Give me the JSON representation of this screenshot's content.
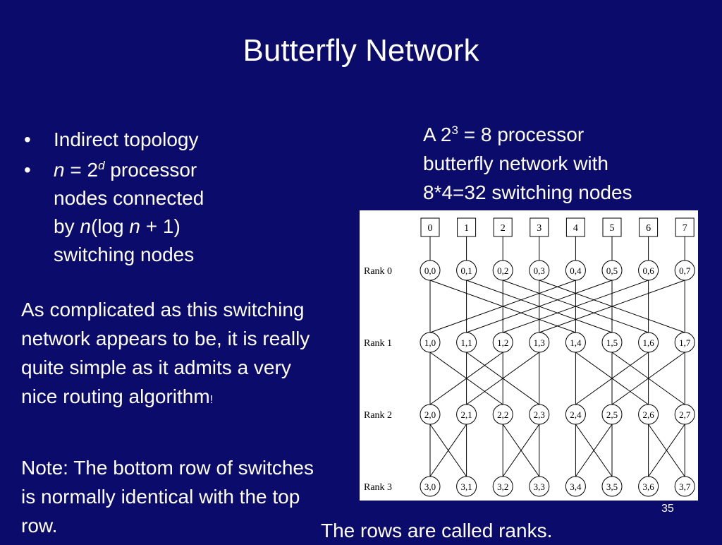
{
  "slide": {
    "title": "Butterfly Network",
    "bullets": [
      {
        "text": "Indirect topology"
      },
      {
        "n": "n",
        "eq": " = 2",
        "sup": "d",
        "rest1": " processor",
        "line2": "nodes connected",
        "line3a": "by ",
        "n2": "n",
        "line3b": "(log ",
        "n3": "n",
        "line3c": " + 1)",
        "line4": "switching nodes"
      }
    ],
    "bullet_char": "•",
    "para1": "As complicated as this switching network appears to be, it is really quite simple as it admits a very nice routing algorithm",
    "para1_mark": "!",
    "para2": "Note: The bottom row of switches is normally identical with the top row.",
    "caption_a": "A 2",
    "caption_sup": "3",
    "caption_b": " = 8 processor",
    "caption_line2": "butterfly network with",
    "caption_line3": "8*4=32 switching nodes",
    "footer_note": "The rows are called ranks.",
    "slide_number": "35"
  },
  "diagram": {
    "processors": [
      "0",
      "1",
      "2",
      "3",
      "4",
      "5",
      "6",
      "7"
    ],
    "ranks": [
      {
        "label": "Rank 0",
        "nodes": [
          "0,0",
          "0,1",
          "0,2",
          "0,3",
          "0,4",
          "0,5",
          "0,6",
          "0,7"
        ]
      },
      {
        "label": "Rank 1",
        "nodes": [
          "1,0",
          "1,1",
          "1,2",
          "1,3",
          "1,4",
          "1,5",
          "1,6",
          "1,7"
        ]
      },
      {
        "label": "Rank 2",
        "nodes": [
          "2,0",
          "2,1",
          "2,2",
          "2,3",
          "2,4",
          "2,5",
          "2,6",
          "2,7"
        ]
      },
      {
        "label": "Rank 3",
        "nodes": [
          "3,0",
          "3,1",
          "3,2",
          "3,3",
          "3,4",
          "3,5",
          "3,6",
          "3,7"
        ]
      }
    ],
    "cross_strides": [
      4,
      2,
      1
    ],
    "colors": {
      "background": "#0b0b6b",
      "text": "#ffffff",
      "diagram_bg": "#ffffff",
      "ink": "#000000"
    }
  }
}
